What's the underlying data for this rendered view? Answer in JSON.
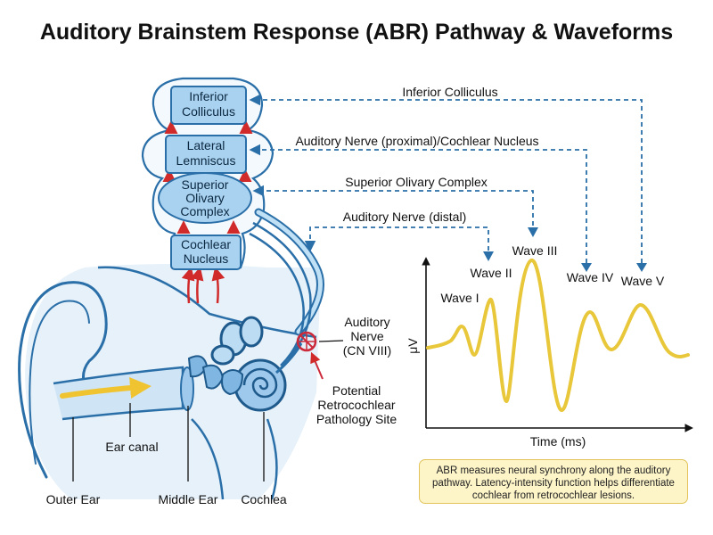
{
  "title": "Auditory Brainstem Response (ABR) Pathway & Waveforms",
  "brainstem": {
    "inferior_colliculus": [
      "Inferior",
      "Colliculus"
    ],
    "lateral_lemniscus": [
      "Lateral",
      "Lemniscus"
    ],
    "superior_olivary_complex": [
      "Superior",
      "Olivary",
      "Complex"
    ],
    "cochlear_nucleus": [
      "Cochlear",
      "Nucleus"
    ]
  },
  "connectors": {
    "inferior_colliculus": "Inferior Colliculus",
    "auditory_nerve_proximal": "Auditory Nerve (proximal)/Cochlear Nucleus",
    "superior_olivary_complex": "Superior Olivary Complex",
    "auditory_nerve_distal": "Auditory Nerve (distal)"
  },
  "ear_labels": {
    "auditory_nerve": [
      "Auditory",
      "Nerve",
      "(CN VIII)"
    ],
    "pathology_site": [
      "Potential",
      "Retrocochlear",
      "Pathology Site"
    ],
    "ear_canal": "Ear canal",
    "outer_ear": "Outer Ear",
    "middle_ear": "Middle Ear",
    "cochlea": "Cochlea"
  },
  "chart_data": {
    "type": "line",
    "xlabel": "Time (ms)",
    "ylabel": "μV",
    "peaks": [
      "Wave I",
      "Wave II",
      "Wave III",
      "Wave IV",
      "Wave V"
    ],
    "grid": false,
    "color": "#e8c73a"
  },
  "note": "ABR measures neural synchrony along the auditory pathway. Latency-intensity function helps differentiate cochlear from retrocochlear lesions.",
  "colors": {
    "dark_blue": "#2a6fa8",
    "box_fill": "#a9d2f0",
    "light_fill": "#dcecf8",
    "red_arrow": "#d02a2a",
    "wave": "#e8c73a",
    "pathology": "#cc2a3a"
  }
}
